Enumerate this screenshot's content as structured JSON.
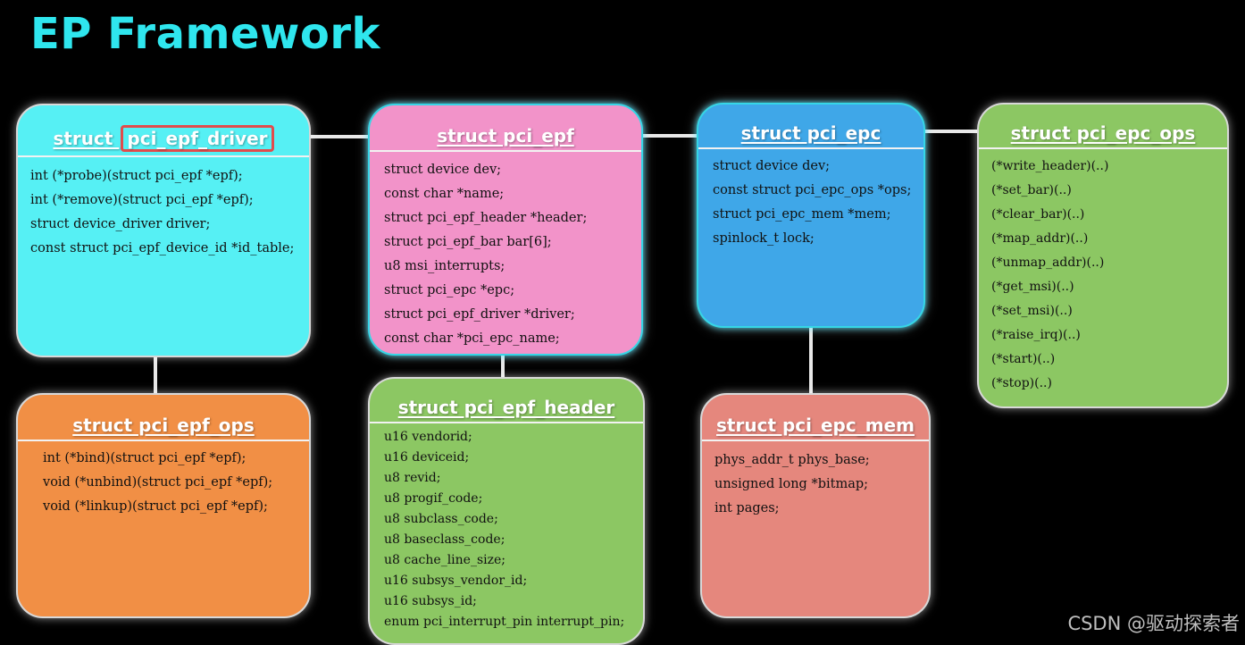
{
  "page": {
    "title": "EP Framework",
    "watermark": "CSDN @驱动探索者"
  },
  "boxes": {
    "pci_epf_driver": {
      "title_prefix": "struct ",
      "title_highlight": "pci_epf_driver",
      "fields": [
        "int (*probe)(struct pci_epf *epf);",
        "int (*remove)(struct pci_epf *epf);",
        "struct device_driver driver;",
        "const struct pci_epf_device_id *id_table;"
      ]
    },
    "pci_epf": {
      "title": "struct pci_epf",
      "fields": [
        "struct device dev;",
        "const char *name;",
        "struct pci_epf_header *header;",
        "struct pci_epf_bar bar[6];",
        "u8 msi_interrupts;",
        "struct pci_epc *epc;",
        "struct pci_epf_driver *driver;",
        "const char *pci_epc_name;"
      ]
    },
    "pci_epc": {
      "title": "struct pci_epc",
      "fields": [
        "struct device dev;",
        "const struct pci_epc_ops *ops;",
        "struct pci_epc_mem *mem;",
        "spinlock_t lock;"
      ]
    },
    "pci_epc_ops": {
      "title": "struct pci_epc_ops",
      "fields": [
        "(*write_header)(..)",
        "(*set_bar)(..)",
        "(*clear_bar)(..)",
        "(*map_addr)(..)",
        "(*unmap_addr)(..)",
        "(*get_msi)(..)",
        "(*set_msi)(..)",
        "(*raise_irq)(..)",
        "(*start)(..)",
        "(*stop)(..)"
      ]
    },
    "pci_epf_ops": {
      "title": "struct pci_epf_ops",
      "fields": [
        "int (*bind)(struct pci_epf *epf);",
        "void (*unbind)(struct pci_epf *epf);",
        "void (*linkup)(struct pci_epf *epf);"
      ]
    },
    "pci_epf_header": {
      "title": "struct pci_epf_header",
      "fields": [
        "u16 vendorid;",
        "u16 deviceid;",
        "u8 revid;",
        "u8 progif_code;",
        "u8 subclass_code;",
        "u8 baseclass_code;",
        "u8 cache_line_size;",
        "u16 subsys_vendor_id;",
        "u16 subsys_id;",
        "enum pci_interrupt_pin interrupt_pin;"
      ]
    },
    "pci_epc_mem": {
      "title": "struct pci_epc_mem",
      "fields": [
        "phys_addr_t phys_base;",
        "unsigned long *bitmap;",
        "int pages;"
      ]
    }
  },
  "colors": {
    "title": "#2fe6ee",
    "cyan": "#56f0f4",
    "pink": "#f293c9",
    "blue": "#3fa7e8",
    "green": "#8cc763",
    "orange": "#f18f45",
    "salmon": "#e5877d",
    "highlight": "#e14c4c"
  }
}
